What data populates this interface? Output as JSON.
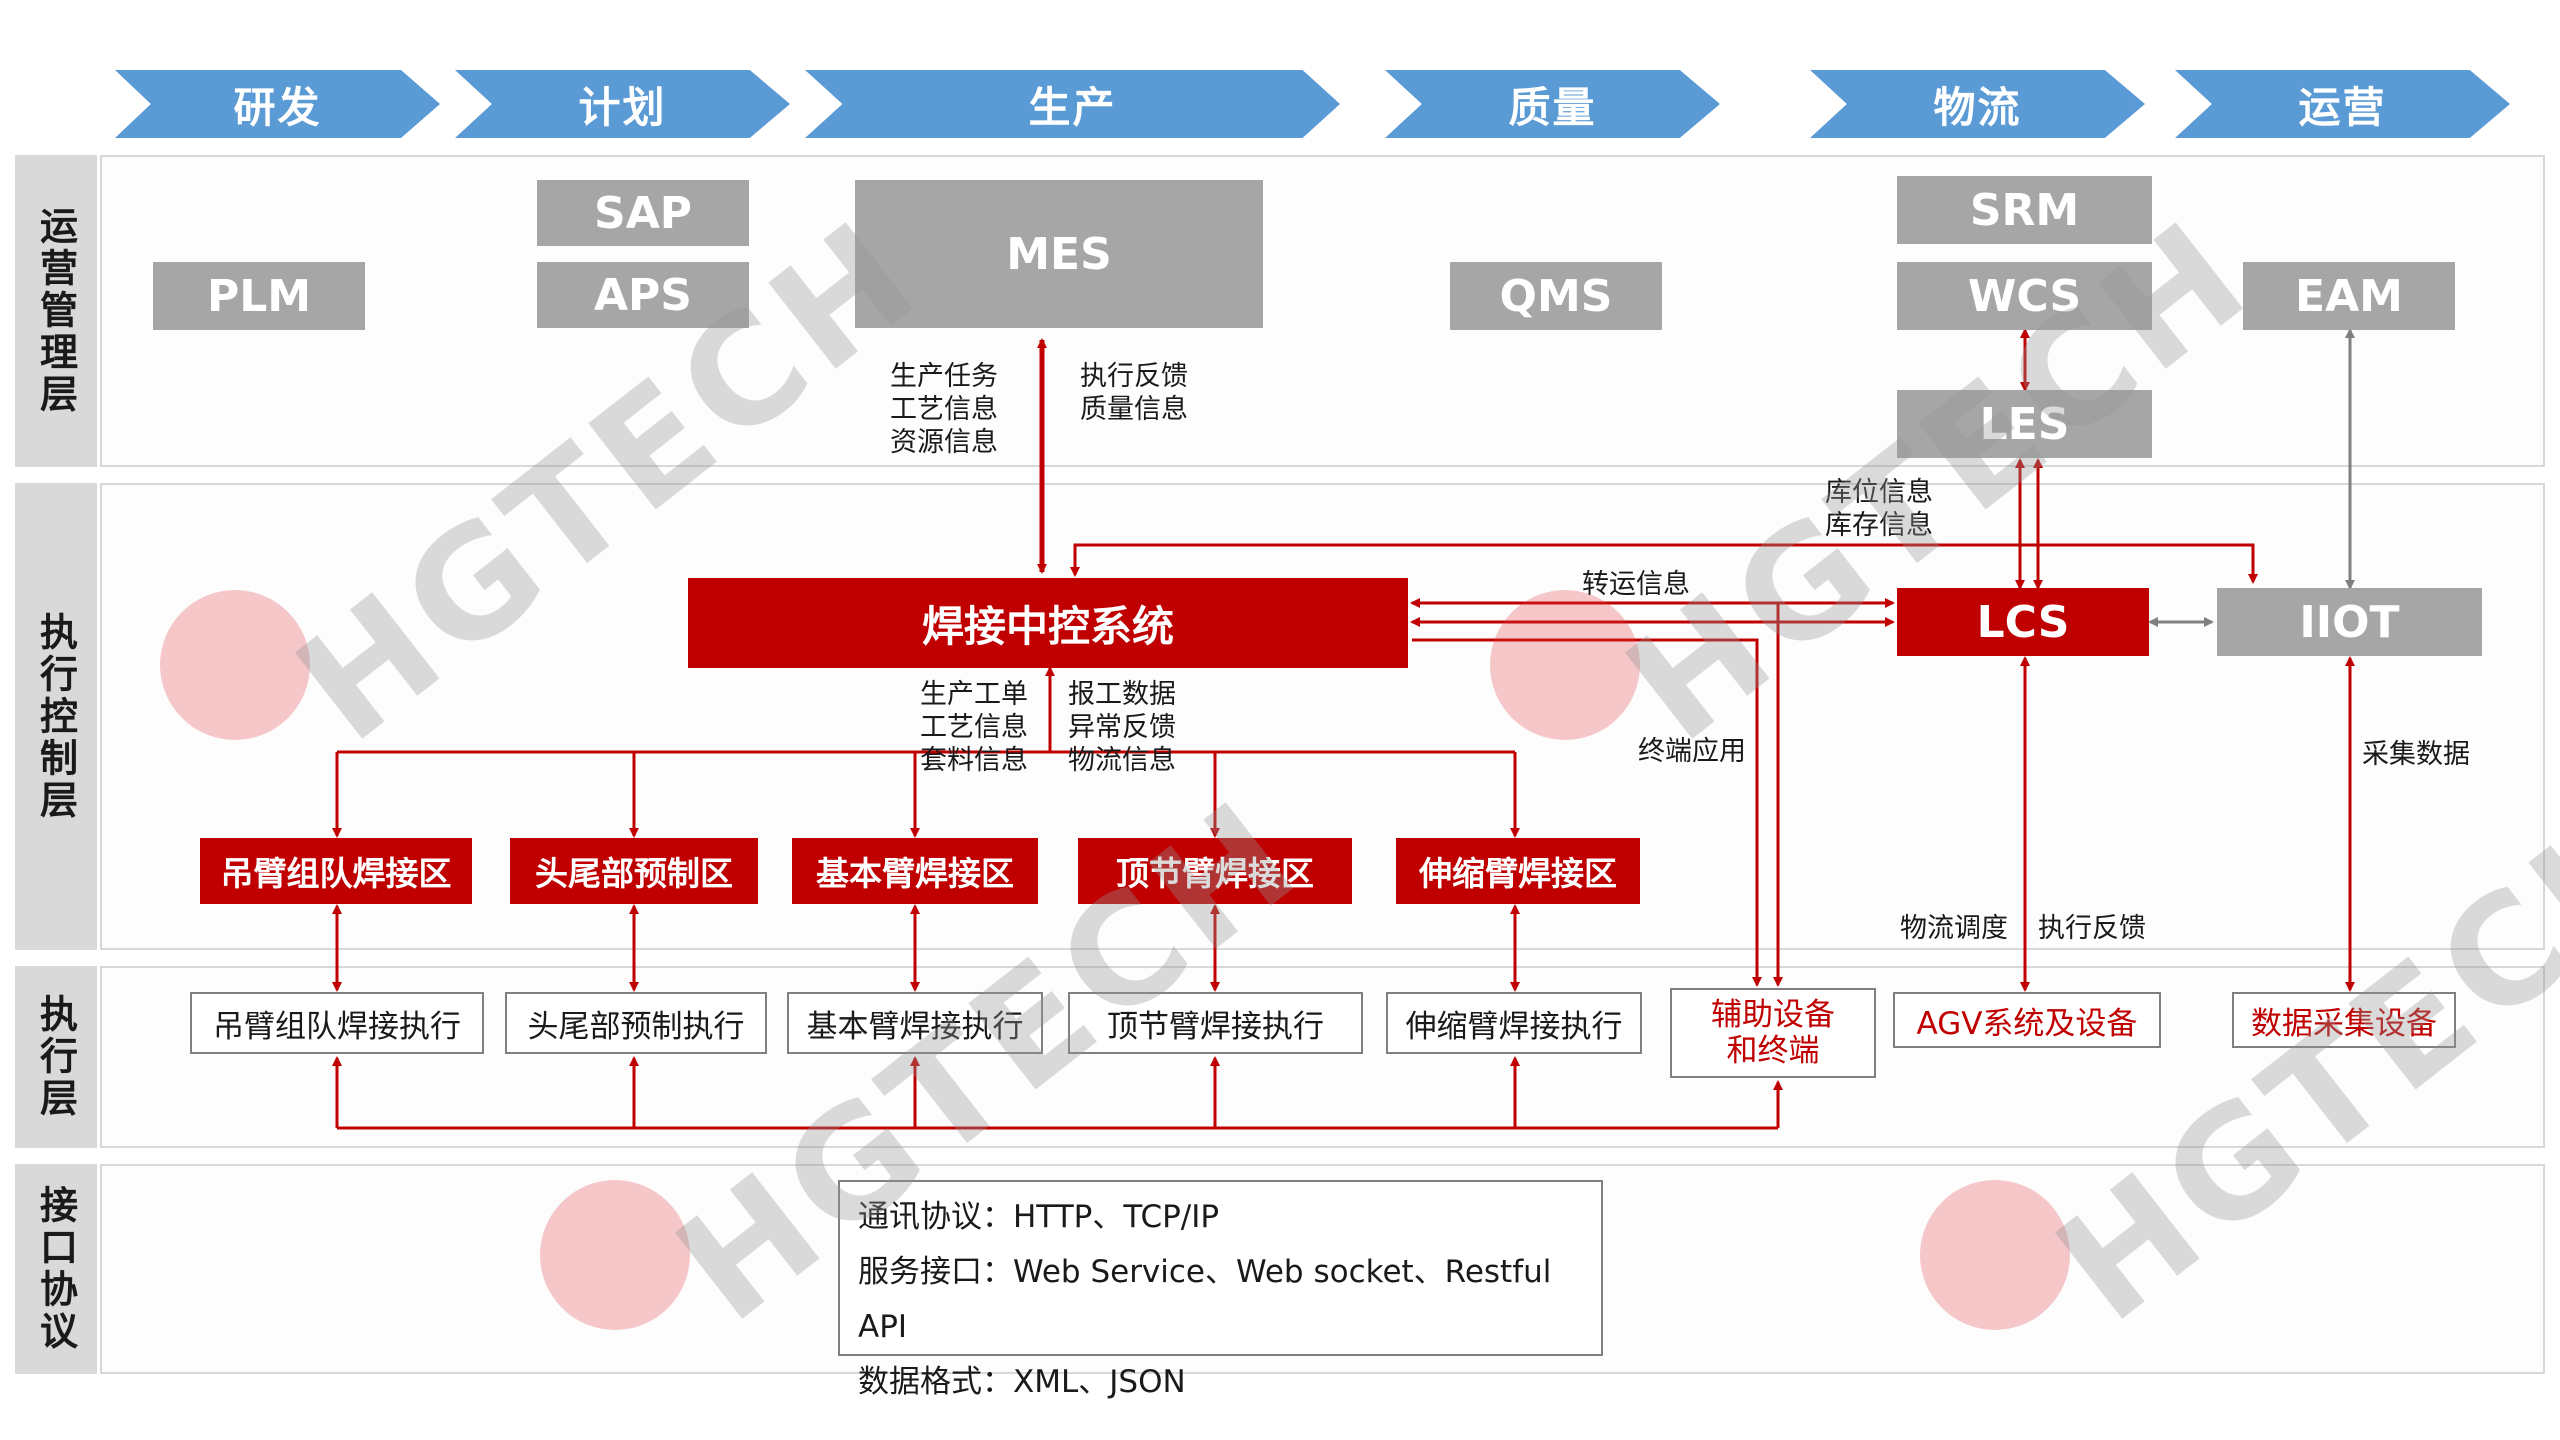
{
  "stages": [
    "研发",
    "计划",
    "生产",
    "质量",
    "物流",
    "运营"
  ],
  "layers": {
    "management": "运营管理层",
    "control": "执行控制层",
    "execution": "执行层",
    "interface": "接口协议"
  },
  "systems": {
    "plm": "PLM",
    "sap": "SAP",
    "aps": "APS",
    "mes": "MES",
    "qms": "QMS",
    "srm": "SRM",
    "wcs": "WCS",
    "les": "LES",
    "eam": "EAM"
  },
  "control": {
    "hub": "焊接中控系统",
    "lcs": "LCS",
    "iiot": "IIOT",
    "zones": [
      "吊臂组队焊接区",
      "头尾部预制区",
      "基本臂焊接区",
      "顶节臂焊接区",
      "伸缩臂焊接区"
    ]
  },
  "execution": {
    "units": [
      "吊臂组队焊接执行",
      "头尾部预制执行",
      "基本臂焊接执行",
      "顶节臂焊接执行",
      "伸缩臂焊接执行"
    ],
    "aux": "辅助设备和终端",
    "agv": "AGV系统及设备",
    "collect": "数据采集设备"
  },
  "notes": {
    "mes_down": [
      "生产任务",
      "工艺信息",
      "资源信息"
    ],
    "mes_up": [
      "执行反馈",
      "质量信息"
    ],
    "hub_down": [
      "生产工单",
      "工艺信息",
      "套料信息"
    ],
    "hub_up": [
      "报工数据",
      "异常反馈",
      "物流信息"
    ],
    "storage": [
      "库位信息",
      "库存信息"
    ],
    "transfer": "转运信息",
    "terminal": "终端应用",
    "collect": "采集数据",
    "logistics_dispatch": "物流调度",
    "exec_feedback": "执行反馈"
  },
  "interface": {
    "lines": [
      "通讯协议：HTTP、TCP/IP",
      "服务接口：Web Service、Web socket、Restful API",
      "数据格式：XML、JSON"
    ]
  },
  "watermark": "HGTECH",
  "colors": {
    "chevron": "#5b9bd5",
    "system_gray": "#a6a6a6",
    "accent_red": "#c00000",
    "layer_label": "#d9d9d9"
  }
}
